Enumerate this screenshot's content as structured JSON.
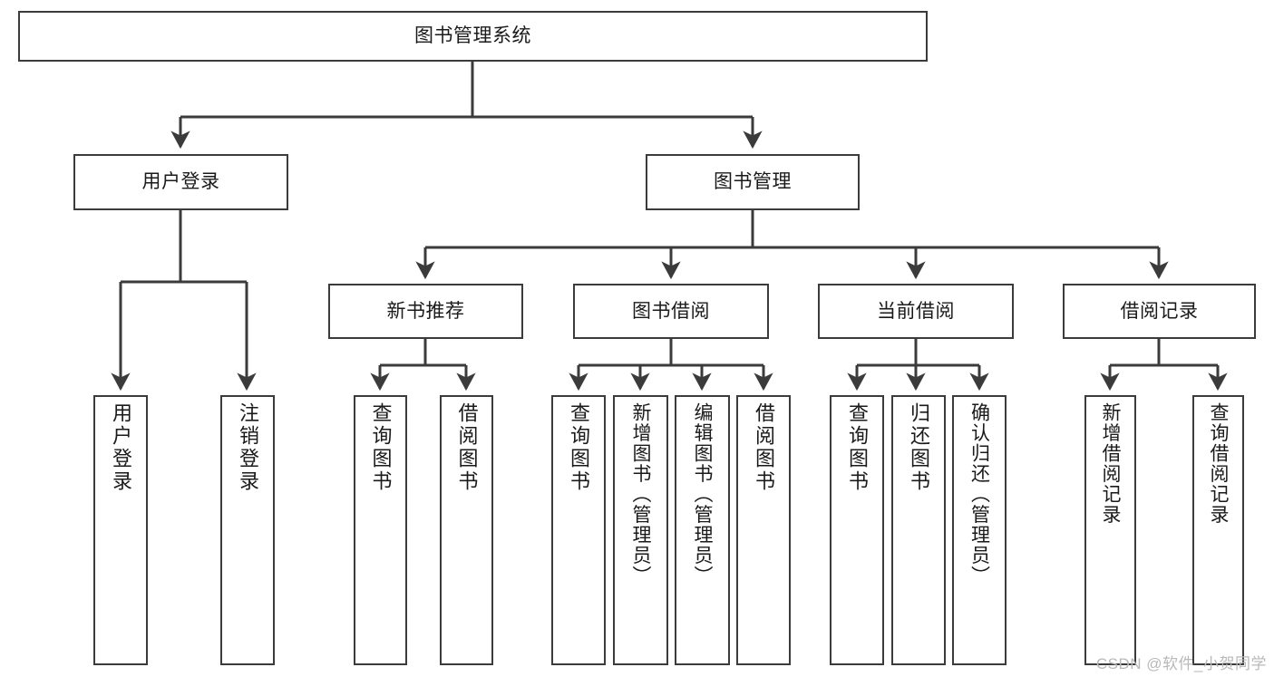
{
  "diagram": {
    "type": "tree",
    "title": "图书管理系统",
    "watermark": "CSDN @软件_小贺同学",
    "colors": {
      "box_border": "#3b3b3b",
      "box_fill": "#ffffff",
      "edge": "#3b3b3b",
      "text": "#1a1a1a",
      "watermark": "#b9b9b9",
      "background": "#ffffff"
    },
    "nodes": {
      "root": {
        "label": "图书管理系统",
        "level": 1,
        "orientation": "horizontal"
      },
      "l2": [
        {
          "id": "user-login",
          "label": "用户登录",
          "level": 2,
          "orientation": "horizontal"
        },
        {
          "id": "book-manage",
          "label": "图书管理",
          "level": 2,
          "orientation": "horizontal"
        }
      ],
      "l3": [
        {
          "id": "new-book-rec",
          "label": "新书推荐",
          "level": 3,
          "orientation": "horizontal"
        },
        {
          "id": "book-borrow",
          "label": "图书借阅",
          "level": 3,
          "orientation": "horizontal"
        },
        {
          "id": "current-borrow",
          "label": "当前借阅",
          "level": 3,
          "orientation": "horizontal"
        },
        {
          "id": "borrow-record",
          "label": "借阅记录",
          "level": 3,
          "orientation": "horizontal"
        }
      ],
      "leaves": [
        {
          "id": "leaf-user-login",
          "label": "用户登录",
          "parent": "user-login"
        },
        {
          "id": "leaf-user-logout",
          "label": "注销登录",
          "parent": "user-login"
        },
        {
          "id": "leaf-rec-query",
          "label": "查询图书",
          "parent": "new-book-rec"
        },
        {
          "id": "leaf-rec-borrow",
          "label": "借阅图书",
          "parent": "new-book-rec"
        },
        {
          "id": "leaf-bb-query",
          "label": "查询图书",
          "parent": "book-borrow"
        },
        {
          "id": "leaf-bb-add",
          "label": "新增图书（管理员）",
          "parent": "book-borrow"
        },
        {
          "id": "leaf-bb-edit",
          "label": "编辑图书（管理员）",
          "parent": "book-borrow"
        },
        {
          "id": "leaf-bb-borrow",
          "label": "借阅图书",
          "parent": "book-borrow"
        },
        {
          "id": "leaf-cb-query",
          "label": "查询图书",
          "parent": "current-borrow"
        },
        {
          "id": "leaf-cb-return",
          "label": "归还图书",
          "parent": "current-borrow"
        },
        {
          "id": "leaf-cb-confirm",
          "label": "确认归还（管理员）",
          "parent": "current-borrow"
        },
        {
          "id": "leaf-br-add",
          "label": "新增借阅记录",
          "parent": "borrow-record"
        },
        {
          "id": "leaf-br-query",
          "label": "查询借阅记录",
          "parent": "borrow-record"
        }
      ]
    }
  }
}
